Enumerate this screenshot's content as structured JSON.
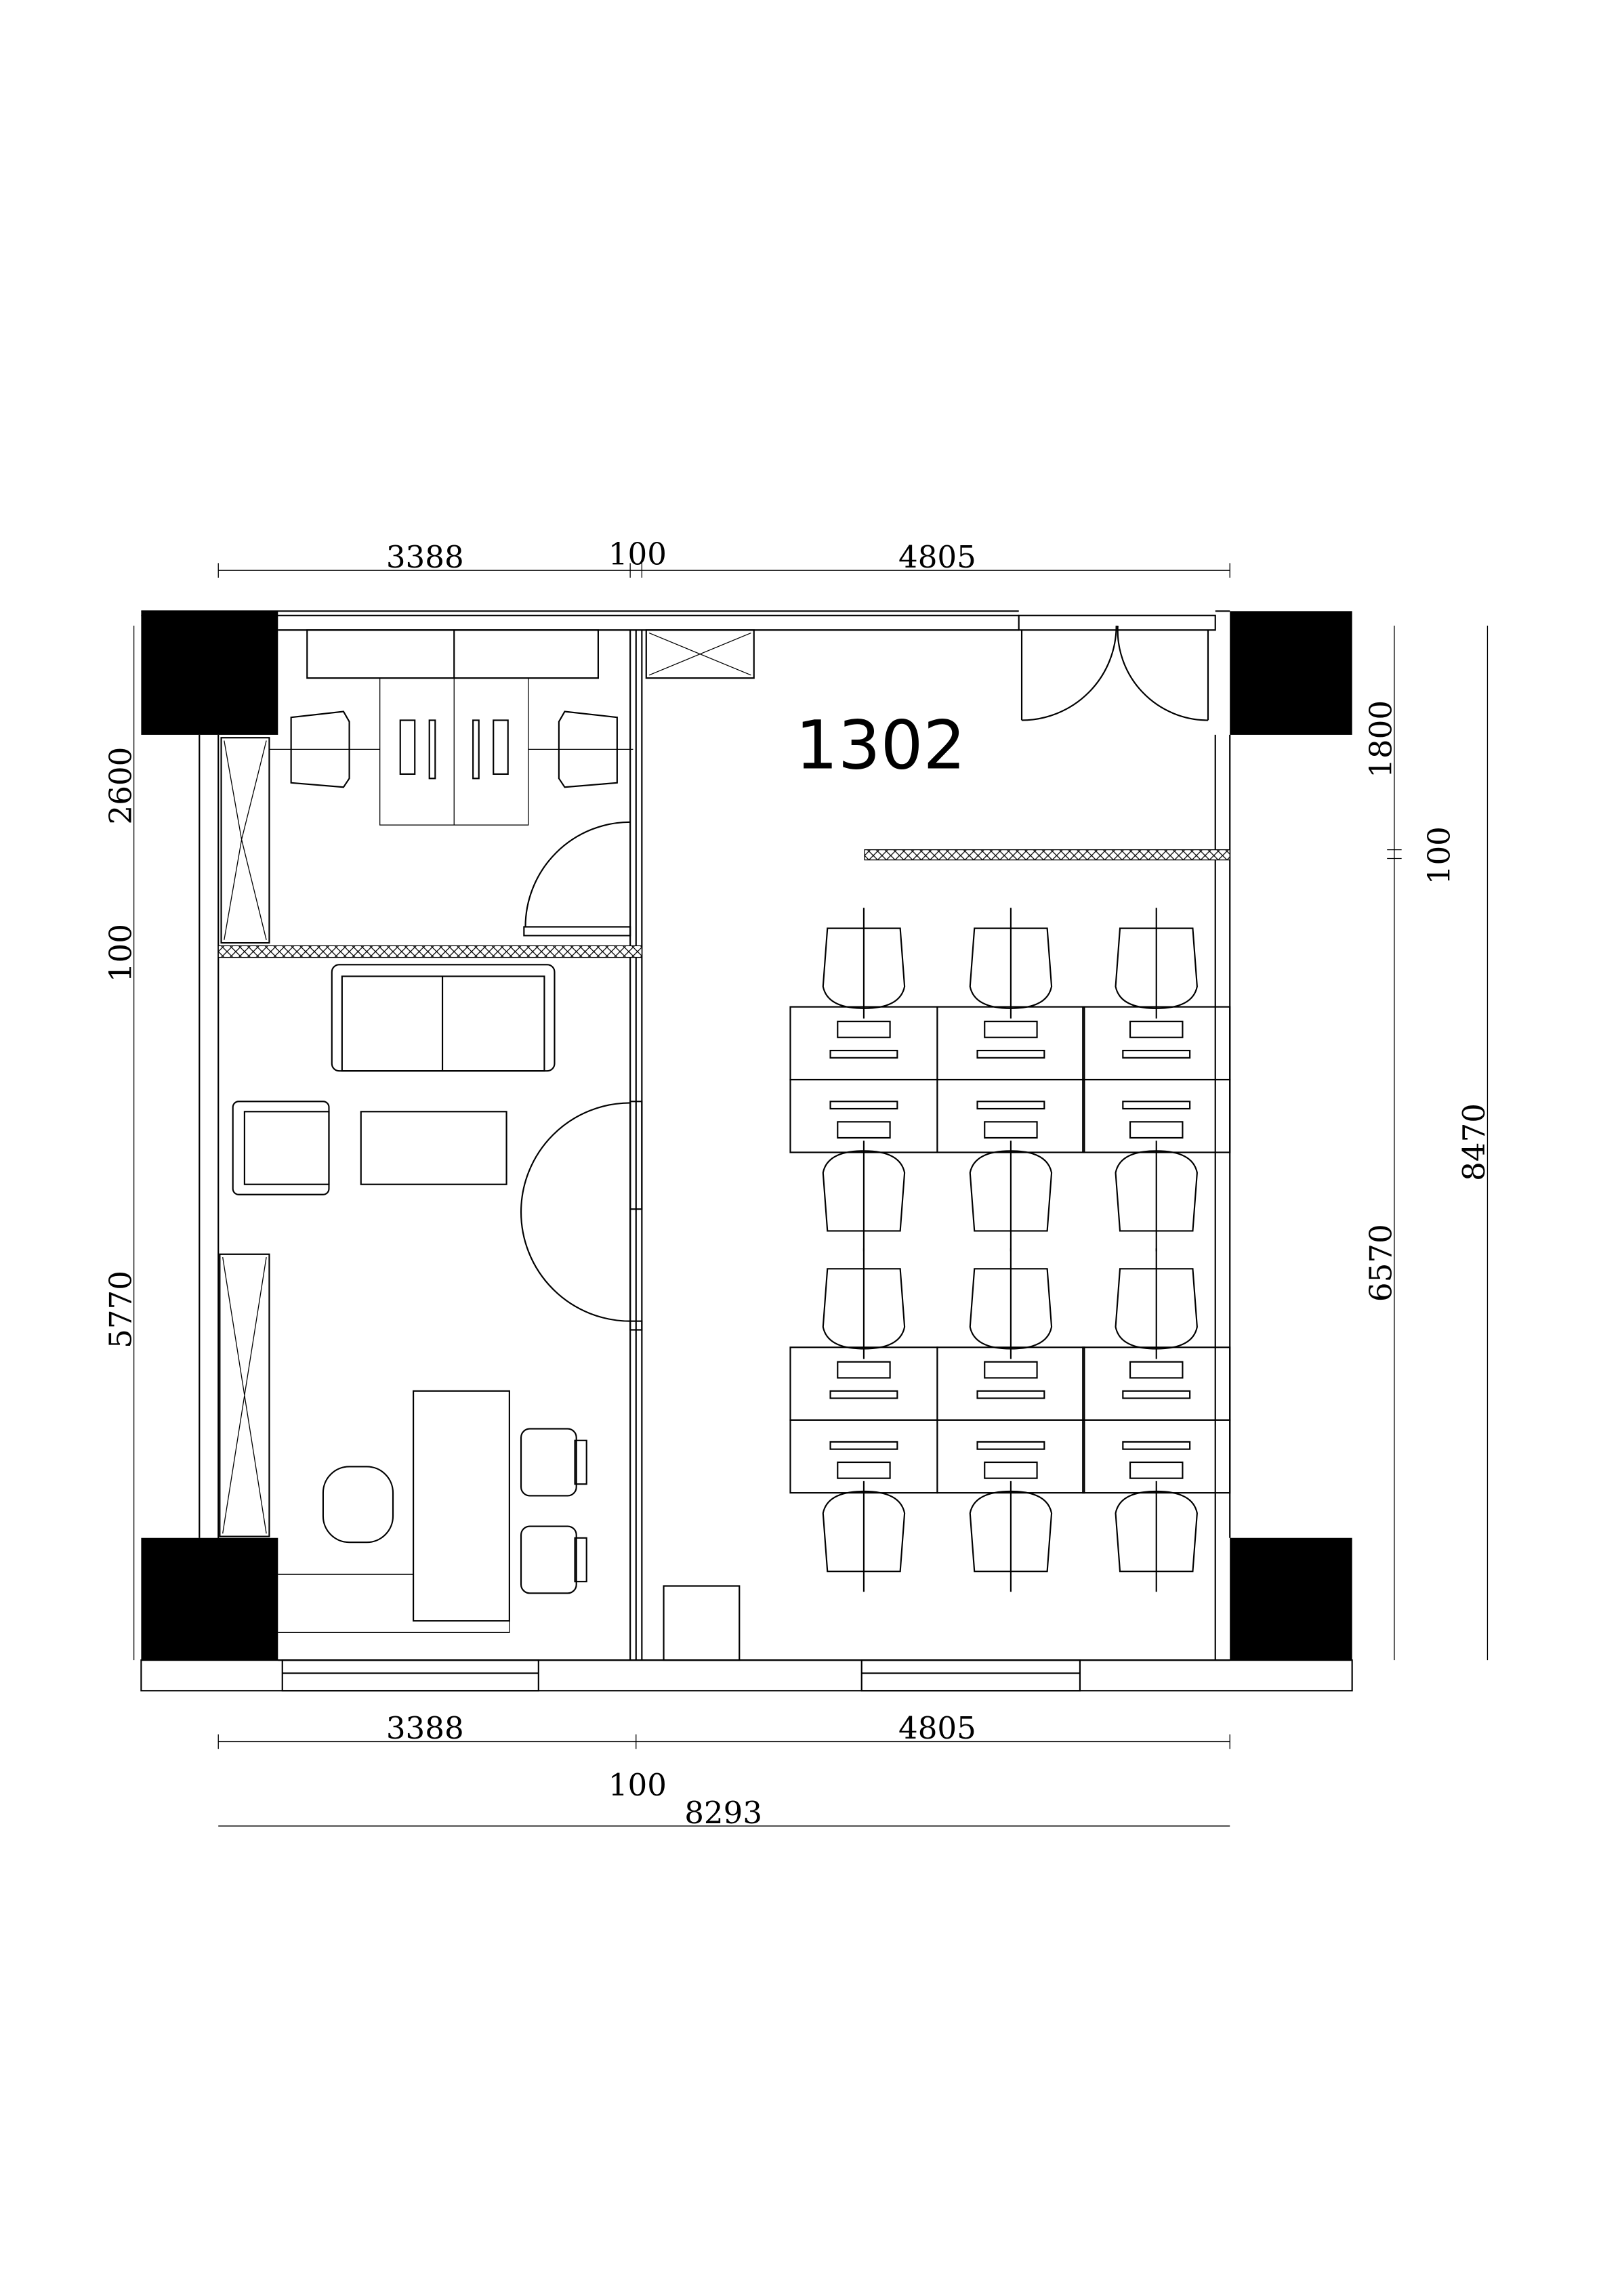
{
  "room_label": "1302",
  "dimensions": {
    "top": [
      "3388",
      "100",
      "4805"
    ],
    "bottom": [
      "3388",
      "4805"
    ],
    "bottom_partition": "100",
    "total_width": "8293",
    "left": [
      "2600",
      "100",
      "5770"
    ],
    "right": [
      "1800",
      "100",
      "6570"
    ],
    "total_height": "8470"
  },
  "colors": {
    "line": "#000000",
    "column": "#000000",
    "background": "#ffffff"
  }
}
